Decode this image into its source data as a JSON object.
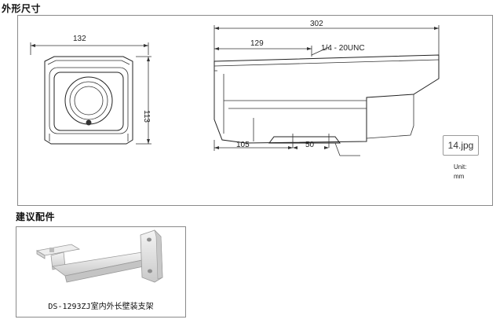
{
  "sections": {
    "dimensions_title": "外形尺寸",
    "accessories_title": "建议配件"
  },
  "front_view": {
    "width_label": "132",
    "height_label": "113"
  },
  "side_view": {
    "length_label": "302",
    "hood_label": "129",
    "thread_label": "1/4 - 20UNC",
    "mount_offset_label": "105",
    "mount_width_label": "50"
  },
  "image_badge": "14.jpg",
  "units": {
    "label": "Unit:",
    "value": "mm"
  },
  "accessory": {
    "caption": "DS-1293ZJ室内外长壁装支架"
  }
}
